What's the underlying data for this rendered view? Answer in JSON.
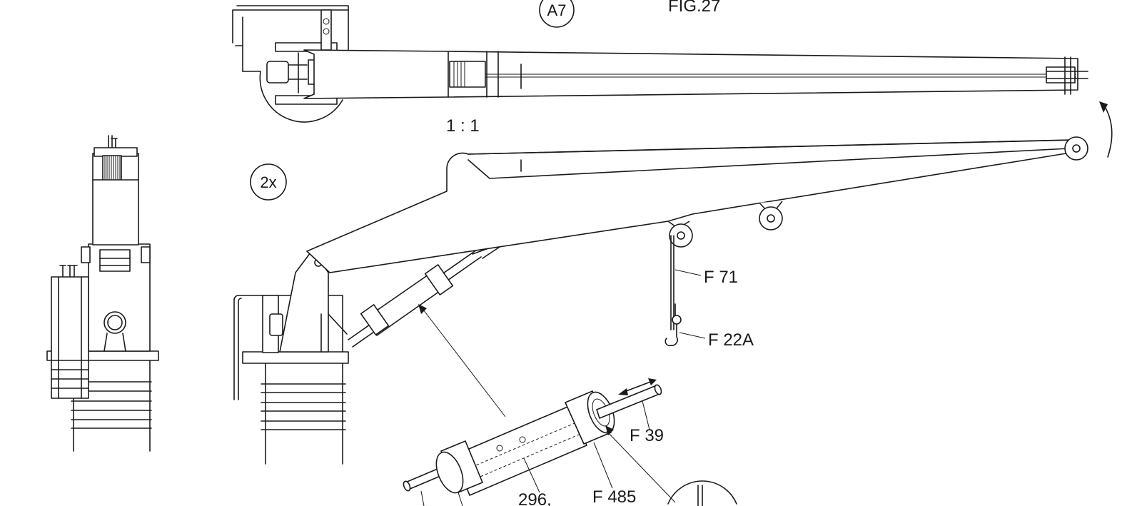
{
  "figure": {
    "title": "FIG.27",
    "scale": "1 : 1",
    "badge_view": "A7",
    "badge_quantity": "2x"
  },
  "callouts": {
    "winch_line": "F 71",
    "hook": "F 22A",
    "cylinder_rod": "F 39",
    "cylinder_body": "F 485",
    "cylinder_tube": "296,"
  },
  "colors": {
    "ink": "#1a1a1a",
    "paper": "#ffffff"
  }
}
